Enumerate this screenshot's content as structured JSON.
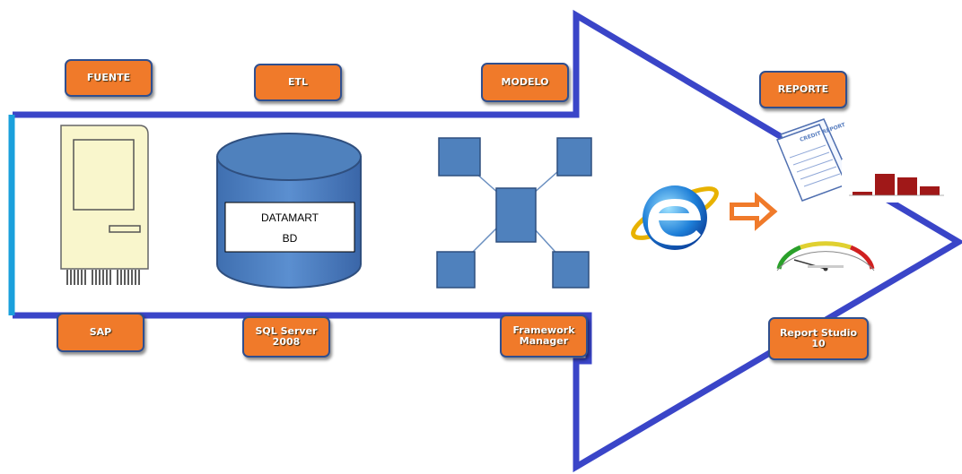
{
  "stage_labels": {
    "fuente": "FUENTE",
    "etl": "ETL",
    "modelo": "MODELO",
    "reporte": "REPORTE"
  },
  "tool_labels": {
    "sap": "SAP",
    "sql_server": "SQL Server\n2008",
    "framework_manager": "Framework\nManager",
    "report_studio": "Report Studio\n10"
  },
  "database": {
    "line1": "DATAMART",
    "line2": "BD"
  },
  "report_doc_text": "CREDIT REPORT",
  "colors": {
    "arrow_outline": "#3a45c8",
    "arrow_left_edge": "#1aa0dc",
    "label_fill": "#f07a2a",
    "label_border": "#2f4f8f",
    "node_fill": "#4f81bd",
    "node_border": "#2f4f7f",
    "server_fill": "#f9f6cc",
    "bar_color": "#a01818"
  },
  "icons": [
    "server-icon",
    "database-icon",
    "network-model-icon",
    "internet-explorer-icon",
    "orange-arrow-icon",
    "document-report-icon",
    "bar-chart-icon",
    "gauge-icon"
  ]
}
